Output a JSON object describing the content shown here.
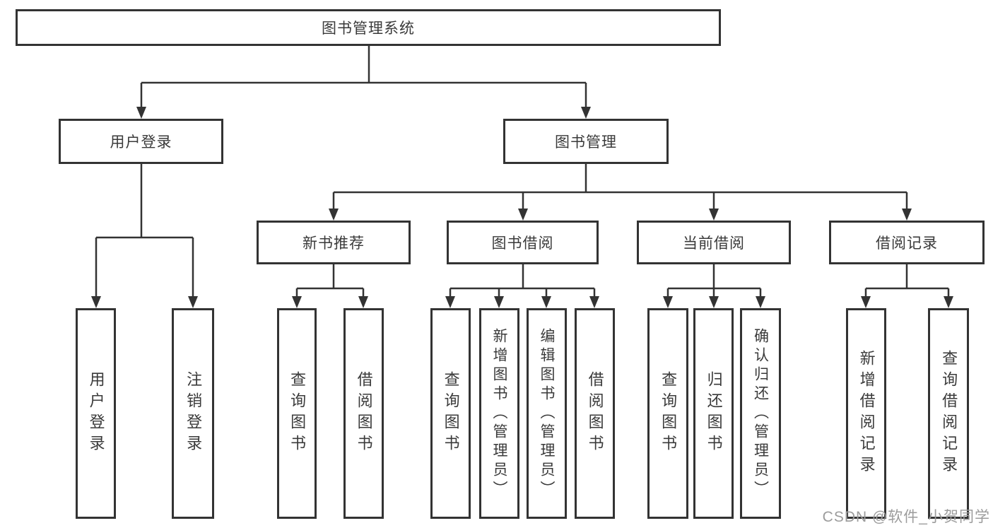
{
  "diagram": {
    "title": "图书管理系统",
    "nodes": {
      "root": "图书管理系统",
      "user_login": "用户登录",
      "book_mgmt": "图书管理",
      "leaf_user_login": "用户登录",
      "leaf_logout": "注销登录",
      "new_books": "新书推荐",
      "borrowing": "图书借阅",
      "current": "当前借阅",
      "records": "借阅记录",
      "nb_query": "查询图书",
      "nb_borrow": "借阅图书",
      "bw_query": "查询图书",
      "bw_add": "新增图书（管理员）",
      "bw_edit": "编辑图书（管理员）",
      "bw_borrow": "借阅图书",
      "cur_query": "查询图书",
      "cur_return": "归还图书",
      "cur_confirm": "确认归还（管理员）",
      "rec_add": "新增借阅记录",
      "rec_query": "查询借阅记录"
    },
    "structure": [
      {
        "parent": "图书管理系统",
        "children": [
          "用户登录",
          "图书管理"
        ]
      },
      {
        "parent": "用户登录",
        "children": [
          "用户登录",
          "注销登录"
        ]
      },
      {
        "parent": "图书管理",
        "children": [
          "新书推荐",
          "图书借阅",
          "当前借阅",
          "借阅记录"
        ]
      },
      {
        "parent": "新书推荐",
        "children": [
          "查询图书",
          "借阅图书"
        ]
      },
      {
        "parent": "图书借阅",
        "children": [
          "查询图书",
          "新增图书（管理员）",
          "编辑图书（管理员）",
          "借阅图书"
        ]
      },
      {
        "parent": "当前借阅",
        "children": [
          "查询图书",
          "归还图书",
          "确认归还（管理员）"
        ]
      },
      {
        "parent": "借阅记录",
        "children": [
          "新增借阅记录",
          "查询借阅记录"
        ]
      }
    ],
    "colors": {
      "line": "#333333",
      "box_border": "#333333",
      "text": "#3a3a3a",
      "background": "#ffffff"
    }
  },
  "watermark": {
    "text": "CSDN @软件_小贺同学",
    "color": "#9c9c9c"
  }
}
